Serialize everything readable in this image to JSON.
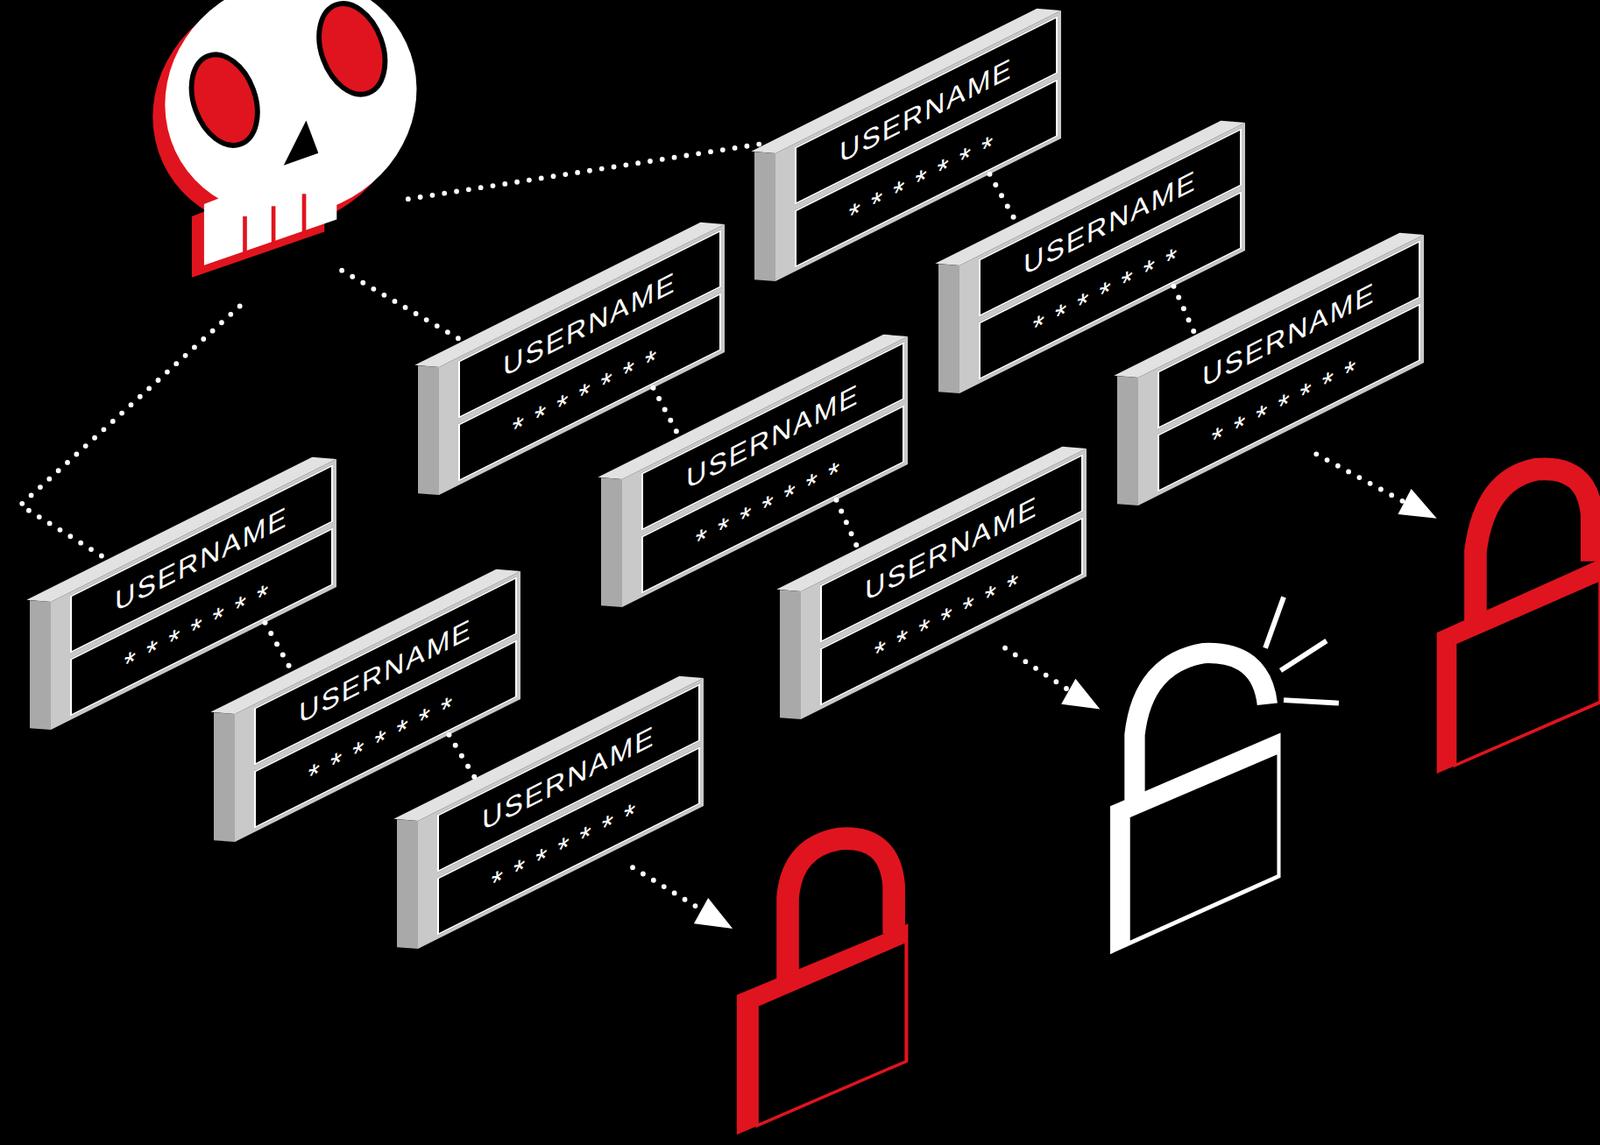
{
  "diagram": {
    "nodes": [
      {
        "text": [
          "USERNAME",
          "*******"
        ]
      },
      {
        "text": [
          "USERNAME",
          "*******"
        ]
      },
      {
        "text": [
          "USERNAME",
          "*******"
        ]
      },
      {
        "text": [
          "USERNAME",
          "*******"
        ]
      },
      {
        "text": [
          "USERNAME",
          "*******"
        ]
      },
      {
        "text": [
          "USERNAME",
          "*******"
        ]
      },
      {
        "text": [
          "USERNAME",
          "*******"
        ]
      },
      {
        "text": [
          "USERNAME",
          "*******"
        ]
      },
      {
        "text": [
          "USERNAME",
          "*******"
        ]
      }
    ],
    "edges": [
      {
        "from": 0,
        "to": 1,
        "arrow": "none"
      },
      {
        "from": 1,
        "to": 2,
        "arrow": "none"
      },
      {
        "from": 3,
        "to": 4,
        "arrow": "none"
      },
      {
        "from": 4,
        "to": 5,
        "arrow": "none"
      },
      {
        "from": 6,
        "to": 7,
        "arrow": "none"
      },
      {
        "from": 7,
        "to": 8,
        "arrow": "none"
      }
    ]
  }
}
